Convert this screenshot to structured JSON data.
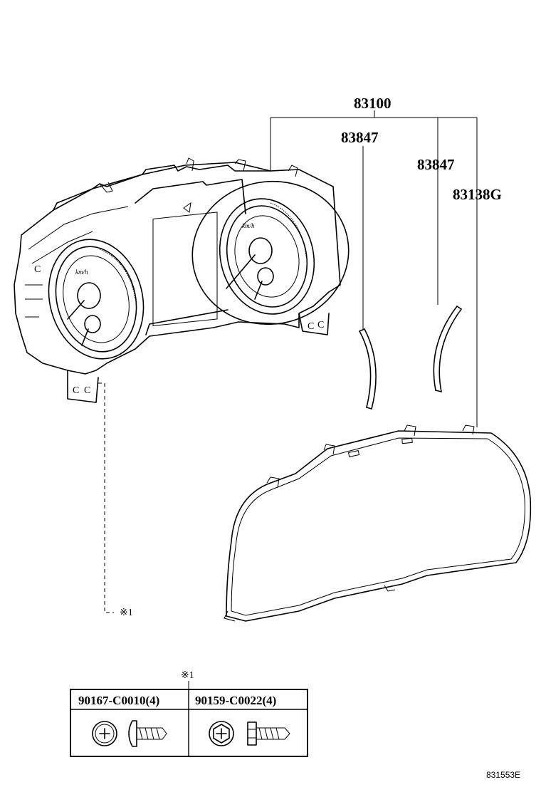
{
  "parts": {
    "assembly": "83100",
    "gauge_left": "83847",
    "gauge_right": "83847",
    "glass": "83138G"
  },
  "note": {
    "symbol": "※1"
  },
  "fastener_table": {
    "marker": "※1",
    "columns": [
      {
        "part_number": "90167-C0010(4)",
        "icon": "phillips-pan-screw-icon"
      },
      {
        "part_number": "90159-C0022(4)",
        "icon": "hex-flange-screw-icon"
      }
    ]
  },
  "gauge_markings": {
    "left": "km/h",
    "right": "km/h"
  },
  "figure_id": "831553E"
}
